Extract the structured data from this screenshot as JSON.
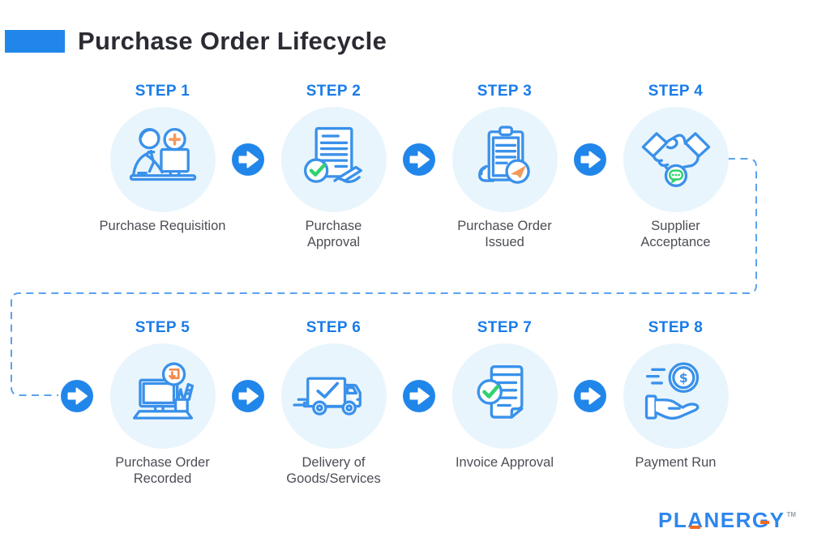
{
  "header": {
    "title": "Purchase Order Lifecycle"
  },
  "steps": [
    {
      "step_label": "STEP 1",
      "caption": "Purchase Requisition",
      "icon": "person-computer-icon"
    },
    {
      "step_label": "STEP 2",
      "caption": "Purchase\nApproval",
      "icon": "document-approval-icon"
    },
    {
      "step_label": "STEP 3",
      "caption": "Purchase Order\nIssued",
      "icon": "clipboard-send-icon"
    },
    {
      "step_label": "STEP 4",
      "caption": "Supplier\nAcceptance",
      "icon": "handshake-chat-icon"
    },
    {
      "step_label": "STEP 5",
      "caption": "Purchase Order\nRecorded",
      "icon": "computer-record-icon"
    },
    {
      "step_label": "STEP 6",
      "caption": "Delivery of\nGoods/Services",
      "icon": "delivery-truck-icon"
    },
    {
      "step_label": "STEP 7",
      "caption": "Invoice Approval",
      "icon": "invoice-check-icon"
    },
    {
      "step_label": "STEP 8",
      "caption": "Payment Run",
      "icon": "payment-hand-icon"
    }
  ],
  "connectors": {
    "arrow_icon": "arrow-right-icon",
    "dashed_wrap_from": "STEP 4",
    "dashed_wrap_to": "STEP 5"
  },
  "logo": {
    "text": "PLANERGY",
    "tm": "TM",
    "orange_accent_letters": [
      "A",
      "G"
    ]
  },
  "colors": {
    "accent": "#2186ea",
    "step_label": "#1b7ce9",
    "icon_stroke": "#3a91ea",
    "circle_bg": "#e9f5fc",
    "dashed_line": "#5aa2ef",
    "title_text": "#2b2c33",
    "caption_text": "#4c4e56",
    "green": "#30d36f",
    "orange": "#f49a5b",
    "logo_blue": "#2e86ee",
    "logo_orange": "#f26a21"
  }
}
